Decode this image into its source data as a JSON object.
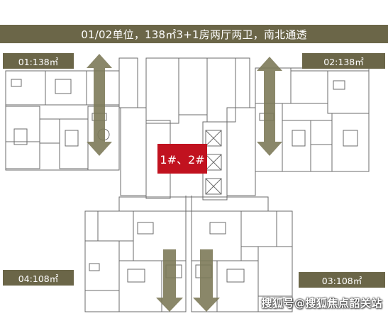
{
  "banner": {
    "text": "01/02单位，138㎡3+1房两厅两卫，南北通透"
  },
  "units": {
    "u01": "01:138㎡",
    "u02": "02:138㎡",
    "u03": "03:108㎡",
    "u04": "04:108㎡"
  },
  "building": {
    "label": "1#、2#"
  },
  "watermark": {
    "text": "搜狐号@搜狐焦点韶关站"
  },
  "colors": {
    "banner": "#6b6648",
    "badge": "#c1121f",
    "arrow": "#7d7a59",
    "walls": "#6b6b6b"
  }
}
